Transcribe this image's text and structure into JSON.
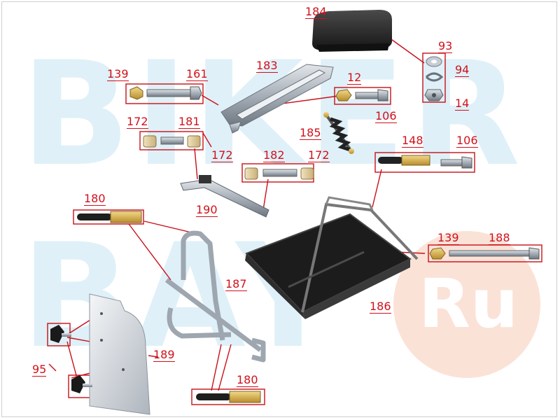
{
  "watermark": {
    "line1": "BIKER",
    "line2": "BAY",
    "badge": "Ru"
  },
  "colors": {
    "label": "#d1111b",
    "leader": "#c81018",
    "watermark": "#dff0f8",
    "badge": "#fbe2d7",
    "metal": "#9aa3ad",
    "dark": "#2b2b2b"
  },
  "labels": {
    "p184": "184",
    "p93": "93",
    "p94": "94",
    "p14": "14",
    "p183": "183",
    "p12": "12",
    "p106a": "106",
    "p139a": "139",
    "p161": "161",
    "p172a": "172",
    "p181": "181",
    "p172b": "172",
    "p182": "182",
    "p172c": "172",
    "p185": "185",
    "p148": "148",
    "p106b": "106",
    "p190": "190",
    "p180a": "180",
    "p139b": "139",
    "p188": "188",
    "p187": "187",
    "p186": "186",
    "p95": "95",
    "p189": "189",
    "p180b": "180"
  }
}
